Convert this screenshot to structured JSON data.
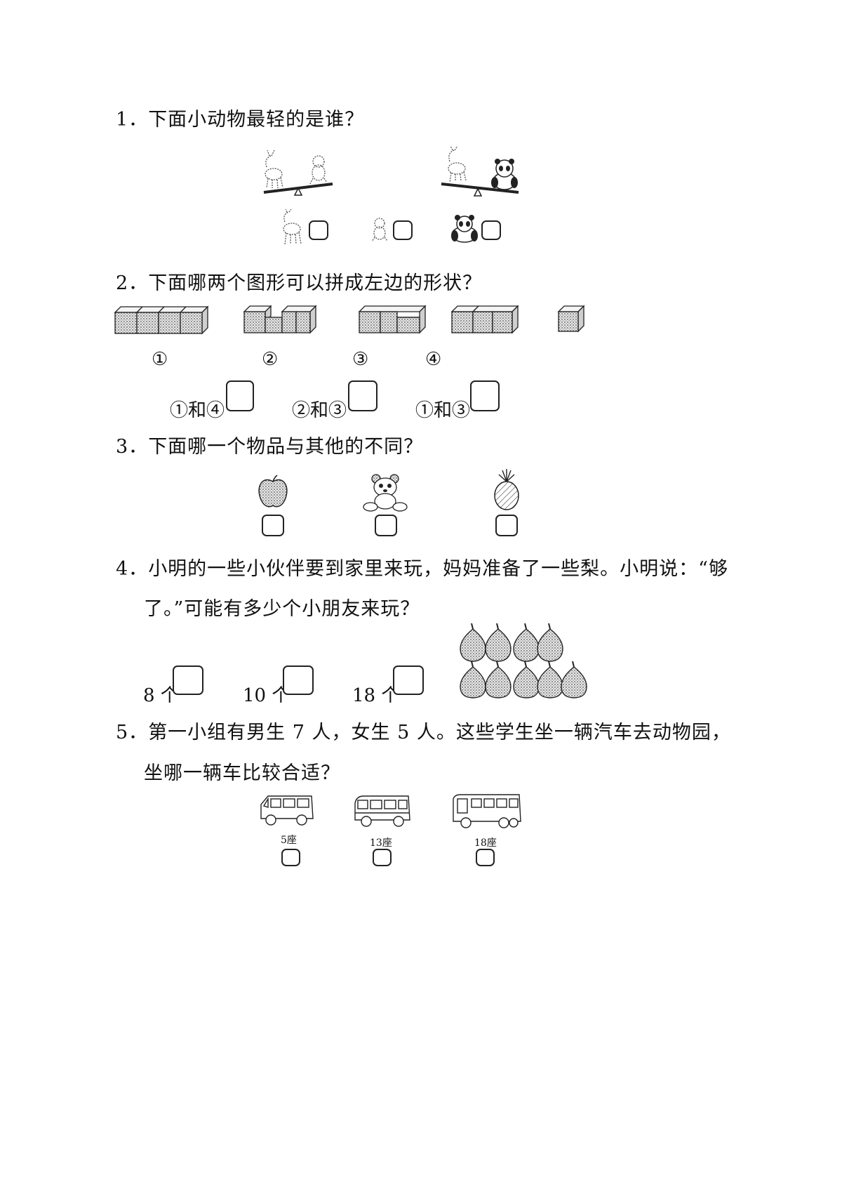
{
  "questions": [
    {
      "number": "1．",
      "text": "下面小动物最轻的是谁？"
    },
    {
      "number": "2．",
      "text": "下面哪两个图形可以拼成左边的形状？",
      "shape_labels": [
        "①",
        "②",
        "③",
        "④"
      ],
      "options": [
        "①和④",
        "②和③",
        "①和③"
      ]
    },
    {
      "number": "3．",
      "text": "下面哪一个物品与其他的不同？"
    },
    {
      "number": "4．",
      "text_line1": "小明的一些小伙伴要到家里来玩，妈妈准备了一些梨。小明说：“够",
      "text_line2": "了。”可能有多少个小朋友来玩？",
      "options": [
        "8 个",
        "10 个",
        "18 个"
      ]
    },
    {
      "number": "5．",
      "text_line1": "第一小组有男生 7 人，女生 5 人。这些学生坐一辆汽车去动物园，",
      "text_line2": "坐哪一辆车比较合适？",
      "options": [
        "5座",
        "13座",
        "18座"
      ]
    }
  ],
  "icons": {
    "q1_images": [
      "deer-icon",
      "monkey-icon",
      "panda-icon",
      "seesaw-icon"
    ],
    "q3_images": [
      "apple-icon",
      "teddy-bear-icon",
      "pineapple-icon"
    ],
    "q4_images": [
      "pear-icon"
    ],
    "q5_images": [
      "van-icon",
      "minibus-icon",
      "bus-icon"
    ]
  }
}
